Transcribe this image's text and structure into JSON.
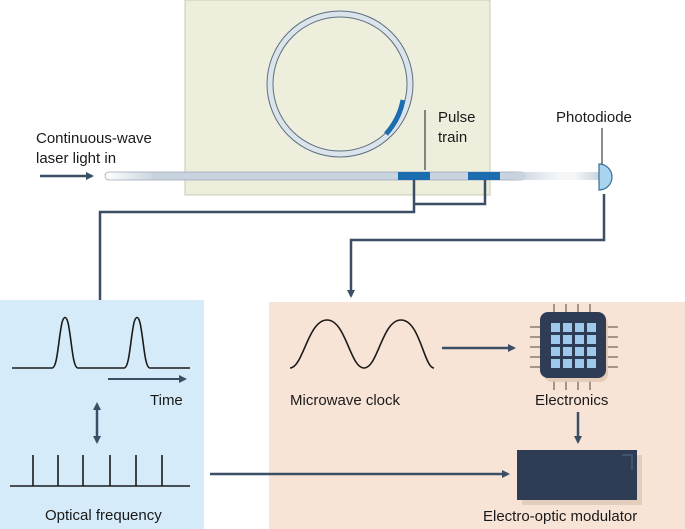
{
  "labels": {
    "input": [
      "Continuous-wave",
      "laser light in"
    ],
    "pulse_train": [
      "Pulse",
      "train"
    ],
    "photodiode": "Photodiode",
    "time": "Time",
    "optical_frequency": "Optical frequency",
    "microwave_clock": "Microwave clock",
    "electronics": "Electronics",
    "modulator": "Electro-optic modulator"
  },
  "colors": {
    "chip_panel": "#eeeedd",
    "left_panel": "#d6ebf9",
    "right_panel": "#f8e4d6",
    "arrow": "#3a4f66",
    "pulse_segment": "#1b6db0",
    "waveguide": "#c8d3df",
    "photodiode": "#a9d4f0",
    "modulator": "#2e3d55",
    "chip_grid": "#9cc9ec"
  },
  "icons": [
    "microresonator-ring",
    "waveguide",
    "photodiode-icon",
    "chip-icon",
    "modulator-block"
  ]
}
